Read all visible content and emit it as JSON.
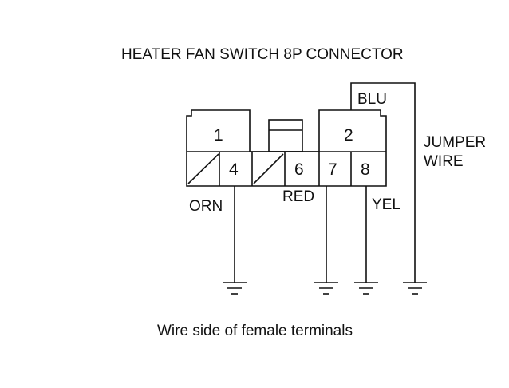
{
  "title": "HEATER FAN SWITCH 8P CONNECTOR",
  "caption": "Wire side of female terminals",
  "pins": {
    "p1": "1",
    "p2": "2",
    "p4": "4",
    "p6": "6",
    "p7": "7",
    "p8": "8"
  },
  "wires": {
    "orn": "ORN",
    "red": "RED",
    "yel": "YEL",
    "blu": "BLU"
  },
  "jumper": {
    "line1": "JUMPER",
    "line2": "WIRE"
  }
}
